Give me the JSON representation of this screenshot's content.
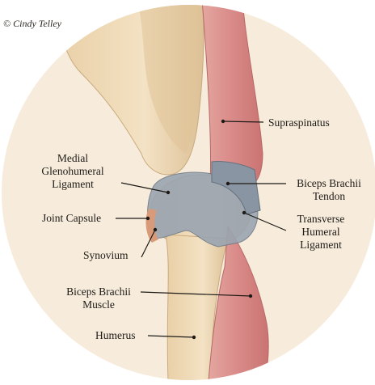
{
  "copyright": "© Cindy Telley",
  "labels": {
    "supraspinatus": "Supraspinatus",
    "medial_gh_1": "Medial",
    "medial_gh_2": "Glenohumeral",
    "medial_gh_3": "Ligament",
    "biceps_tendon_1": "Biceps Brachii",
    "biceps_tendon_2": "Tendon",
    "joint_capsule": "Joint Capsule",
    "transverse_1": "Transverse",
    "transverse_2": "Humeral",
    "transverse_3": "Ligament",
    "synovium": "Synovium",
    "biceps_muscle_1": "Biceps Brachii",
    "biceps_muscle_2": "Muscle",
    "humerus": "Humerus"
  },
  "colors": {
    "background_circle": "#f6ead8",
    "bone": "#ecd6b0",
    "muscle": "#d98f8f",
    "ligament": "#8e99a6",
    "line": "#1d1a16"
  }
}
